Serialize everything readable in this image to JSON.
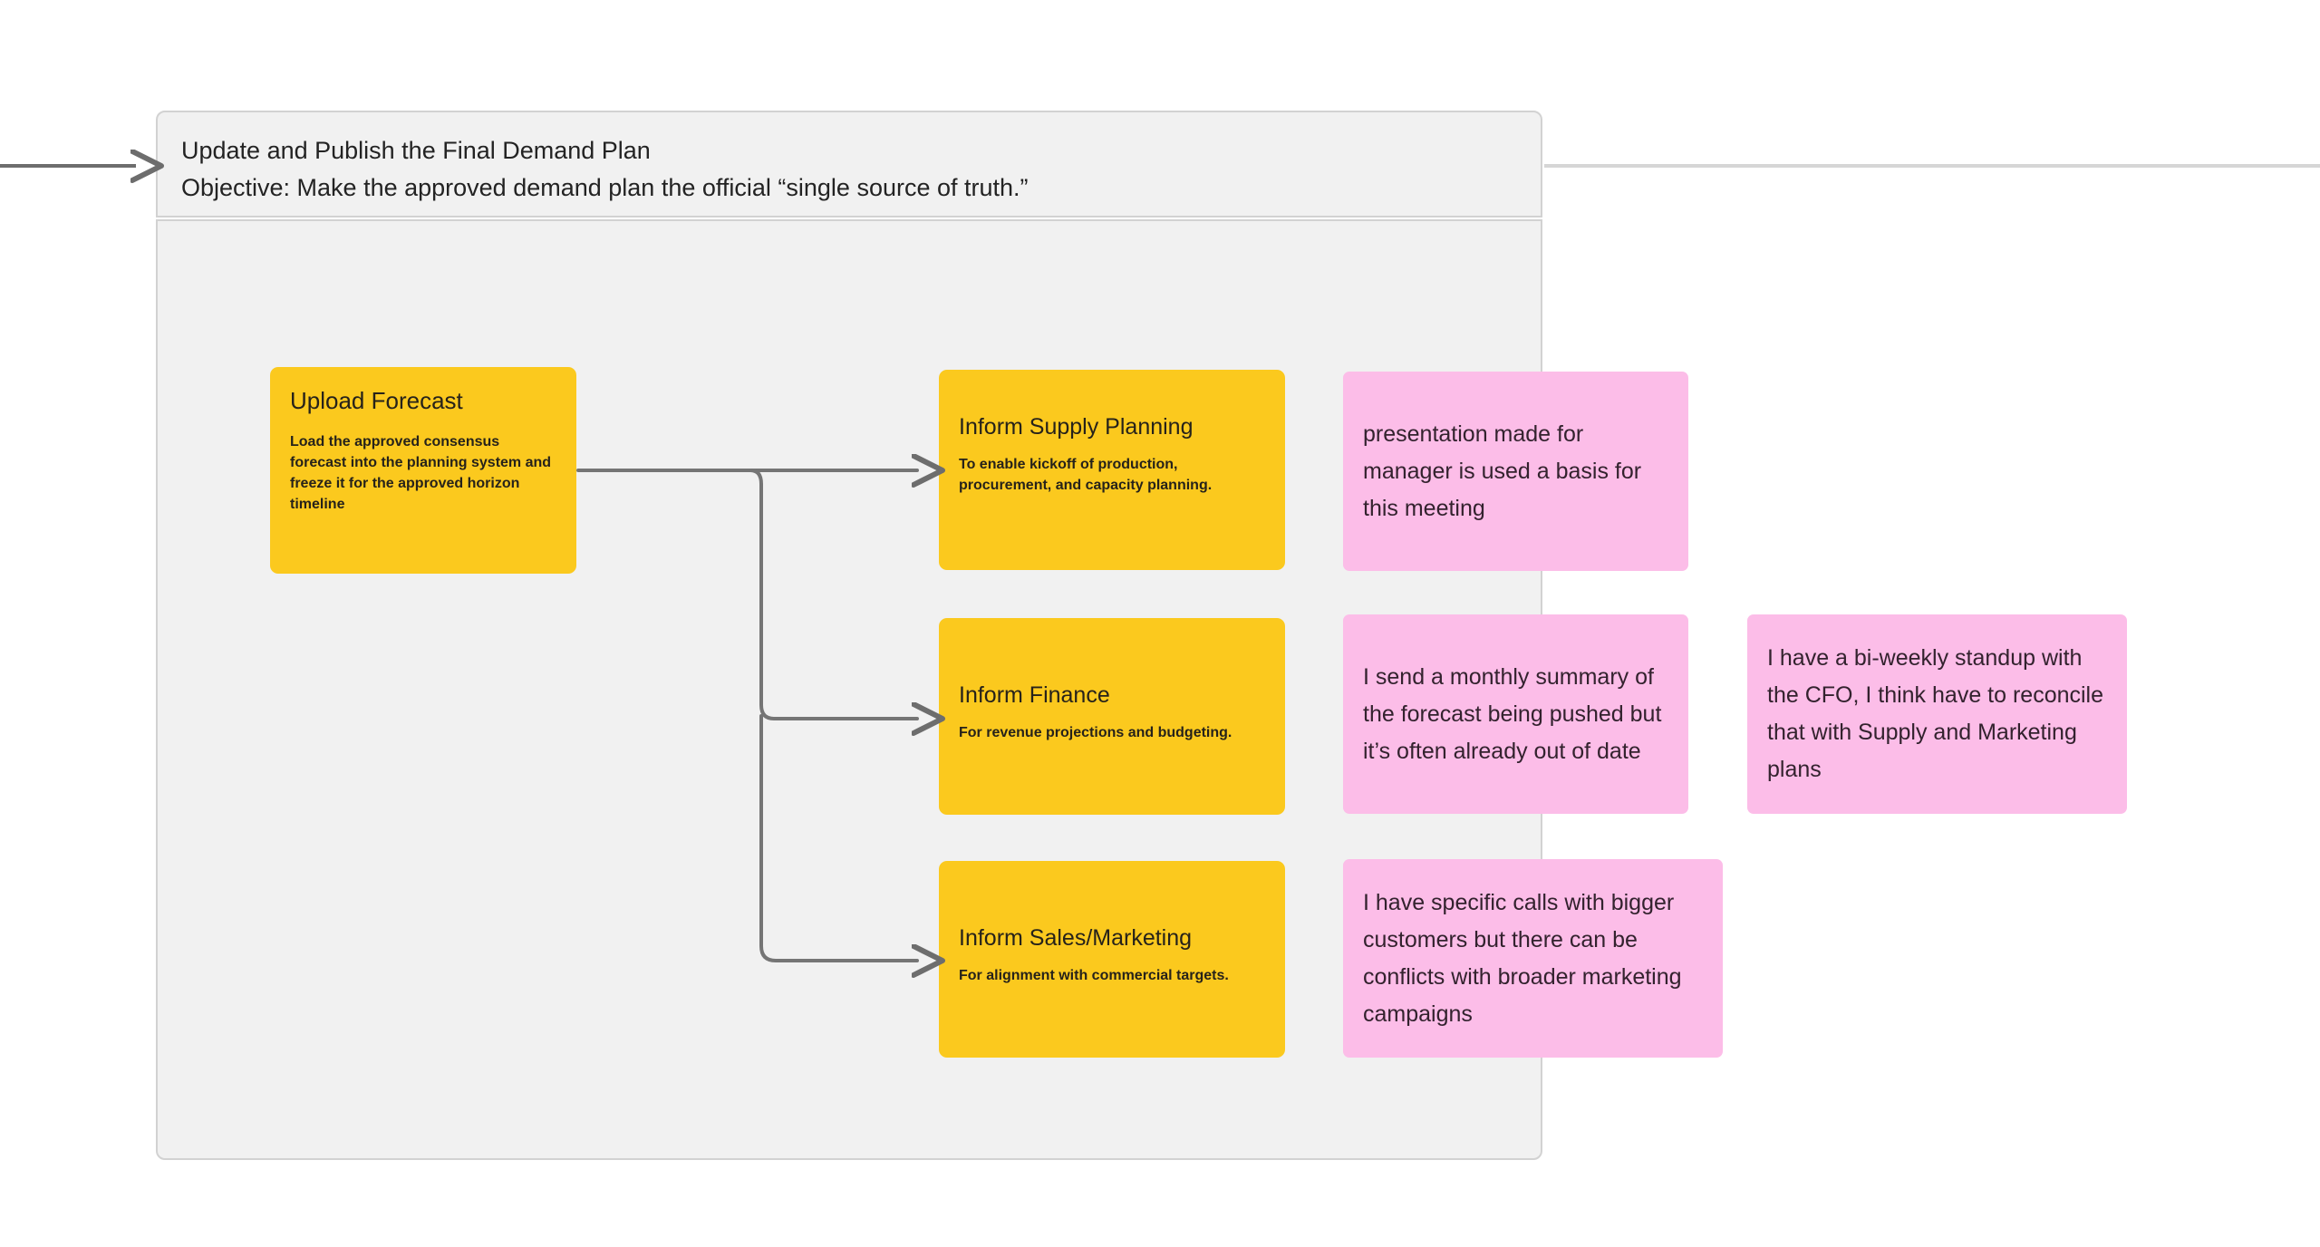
{
  "group": {
    "title": "Update and Publish the Final Demand Plan",
    "subtitle": "Objective: Make the approved demand plan the official “single source of truth.”",
    "fill": "#f1f1f1",
    "border": "#d2d2d2"
  },
  "colors": {
    "step_card": "#fbc91e",
    "sticky_note": "#fcbde8",
    "connector": "#6d6d6d",
    "flowline": "#d6d6d6",
    "text": "#232323"
  },
  "cards": {
    "upload": {
      "title": "Upload Forecast",
      "desc": "Load the approved consensus forecast into the planning system and freeze it for the approved horizon timeline"
    },
    "supply": {
      "title": "Inform Supply Planning",
      "desc": "To enable kickoff of production, procurement, and capacity planning."
    },
    "finance": {
      "title": "Inform Finance",
      "desc": "For revenue projections and budgeting."
    },
    "sales": {
      "title": "Inform Sales/Marketing",
      "desc": "For alignment with commercial targets."
    }
  },
  "notes": {
    "presentation": "presentation made for manager is used a basis for this meeting",
    "monthly": "I send a monthly summary of the forecast being pushed but it’s often already out of date",
    "standup": "I have a bi-weekly standup with the CFO, I think have to reconcile that with Supply and Marketing plans",
    "calls": "I have specific calls with bigger customers but there can be conflicts with broader marketing campaigns"
  }
}
